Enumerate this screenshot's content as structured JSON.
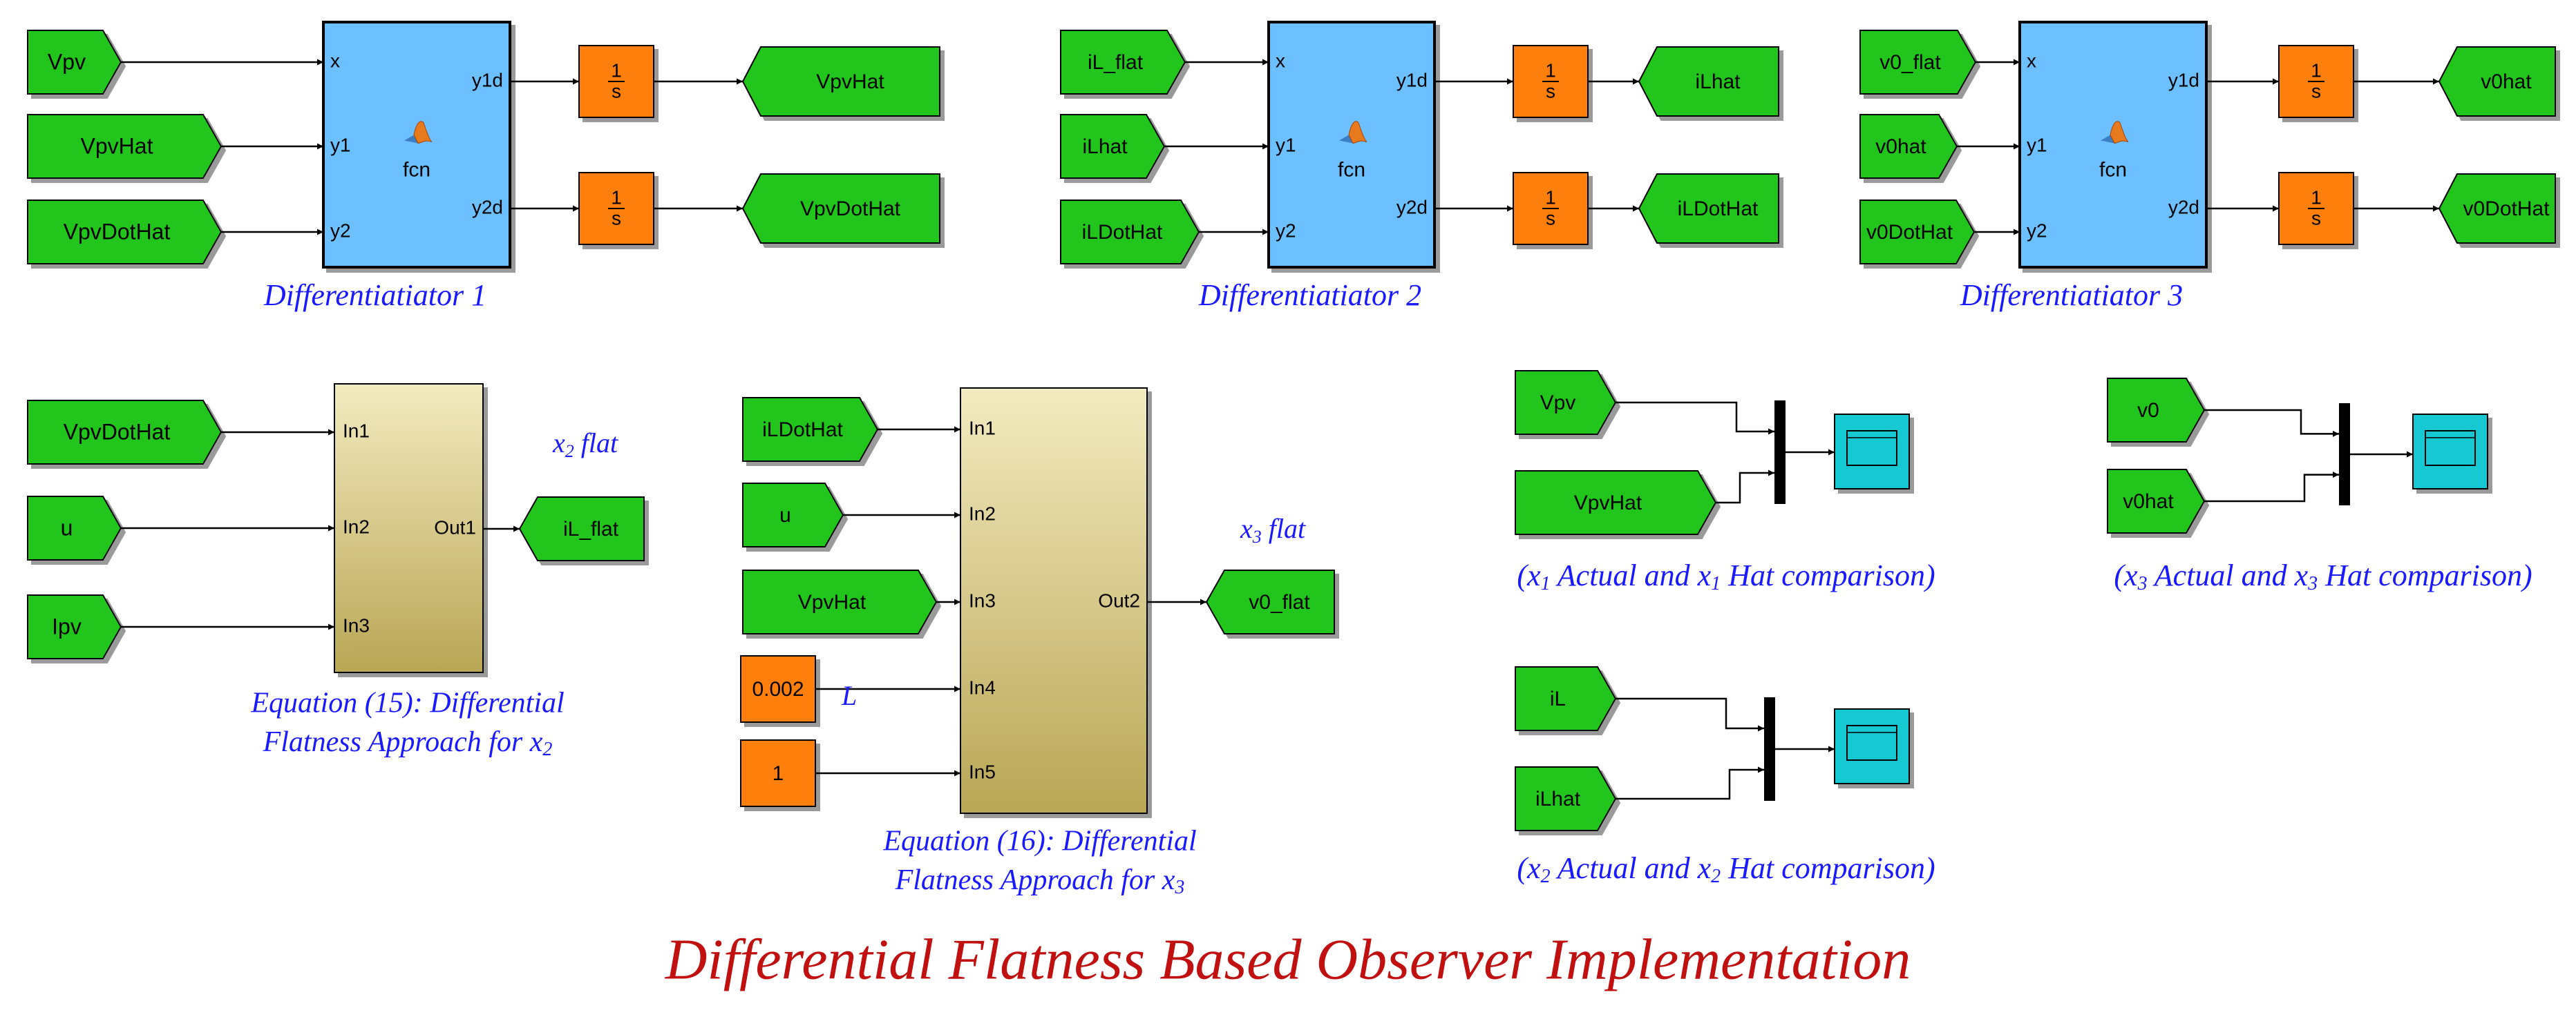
{
  "diagram": {
    "title": "Differential Flatness Based Observer Implementation",
    "colors": {
      "goto_fill": "#22c51a",
      "fcn_fill": "#6cc0ff",
      "integrator_fill": "#ff7f0e",
      "subsystem_fill_top": "#f3ebc0",
      "subsystem_fill_bottom": "#b9a655",
      "scope_fill": "#17c8d2",
      "caption_color": "#1a1aff",
      "title_color": "#c01010"
    },
    "differentiators": [
      {
        "caption": "Differentiatiator  1",
        "inputs": [
          "Vpv",
          "VpvHat",
          "VpvDotHat"
        ],
        "outputs": [
          "VpvHat",
          "VpvDotHat"
        ],
        "in_ports": [
          "x",
          "y1",
          "y2"
        ],
        "out_ports": [
          "y1d",
          "y2d"
        ],
        "block_name": "fcn",
        "integrator_label": "1/s"
      },
      {
        "caption": "Differentiatiator  2",
        "inputs": [
          "iL_flat",
          "iLhat",
          "iLDotHat"
        ],
        "outputs": [
          "iLhat",
          "iLDotHat"
        ],
        "in_ports": [
          "x",
          "y1",
          "y2"
        ],
        "out_ports": [
          "y1d",
          "y2d"
        ],
        "block_name": "fcn",
        "integrator_label": "1/s"
      },
      {
        "caption": "Differentiatiator  3",
        "inputs": [
          "v0_flat",
          "v0hat",
          "v0DotHat"
        ],
        "outputs": [
          "v0hat",
          "v0DotHat"
        ],
        "in_ports": [
          "x",
          "y1",
          "y2"
        ],
        "out_ports": [
          "y1d",
          "y2d"
        ],
        "block_name": "fcn",
        "integrator_label": "1/s"
      }
    ],
    "equation15": {
      "inputs": [
        "VpvDotHat",
        "u",
        "Ipv"
      ],
      "in_ports": [
        "In1",
        "In2",
        "In3"
      ],
      "out_port": "Out1",
      "output": "iL_flat",
      "annotation": "x2 flat",
      "caption_line1": "Equation (15): Differential",
      "caption_line2": "Flatness Approach for x2"
    },
    "equation16": {
      "inputs": [
        "iLDotHat",
        "u",
        "VpvHat"
      ],
      "constants": [
        "0.002",
        "1"
      ],
      "constant_annotation": "L",
      "in_ports": [
        "In1",
        "In2",
        "In3",
        "In4",
        "In5"
      ],
      "out_port": "Out2",
      "output": "v0_flat",
      "annotation": "x3 flat",
      "caption_line1": "Equation (16): Differential",
      "caption_line2": "Flatness Approach for x3"
    },
    "scopes": [
      {
        "inputs": [
          "Vpv",
          "VpvHat"
        ],
        "caption": "(x1  Actual and x1  Hat comparison)"
      },
      {
        "inputs": [
          "v0",
          "v0hat"
        ],
        "caption": "(x3  Actual and x3  Hat comparison)"
      },
      {
        "inputs": [
          "iL",
          "iLhat"
        ],
        "caption": "(x2  Actual and x2  Hat comparison)"
      }
    ]
  }
}
